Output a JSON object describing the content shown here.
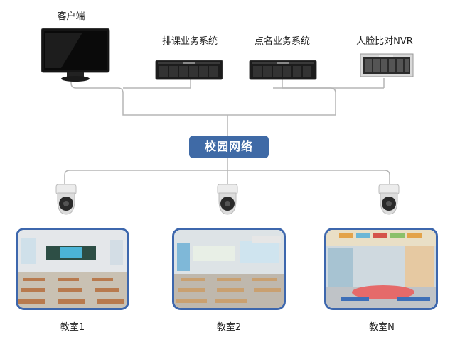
{
  "top_nodes": {
    "client": "客户端",
    "scheduling": "排课业务系统",
    "rollcall": "点名业务系统",
    "nvr": "人脸比对NVR"
  },
  "hub": {
    "label": "校园网络"
  },
  "classrooms": [
    {
      "label": "教室1"
    },
    {
      "label": "教室2"
    },
    {
      "label": "教室N"
    }
  ],
  "colors": {
    "accent": "#3f6aa6",
    "line": "#b5b5b5",
    "frame": "#3d67ad"
  }
}
